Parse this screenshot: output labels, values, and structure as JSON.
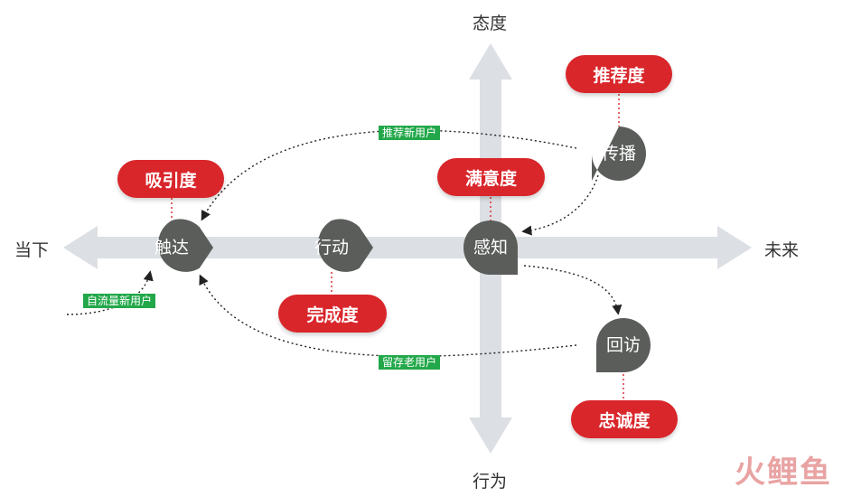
{
  "axes": {
    "top": "态度",
    "bottom": "行为",
    "left": "当下",
    "right": "未来"
  },
  "nodes": {
    "touch": "触达",
    "action": "行动",
    "perceive": "感知",
    "spread": "传播",
    "revisit": "回访"
  },
  "metrics": {
    "attraction": "吸引度",
    "completion": "完成度",
    "satisfaction": "满意度",
    "recommendation": "推荐度",
    "loyalty": "忠诚度"
  },
  "tags": {
    "recommend_new_users": "推荐新用户",
    "organic_new_users": "自流量新用户",
    "retain_old_users": "留存老用户"
  },
  "watermark": "火鲤鱼",
  "colors": {
    "metric": "#d9262b",
    "node": "#5a5d5a",
    "tag": "#22a84a",
    "axis": "#dcdfe3"
  }
}
